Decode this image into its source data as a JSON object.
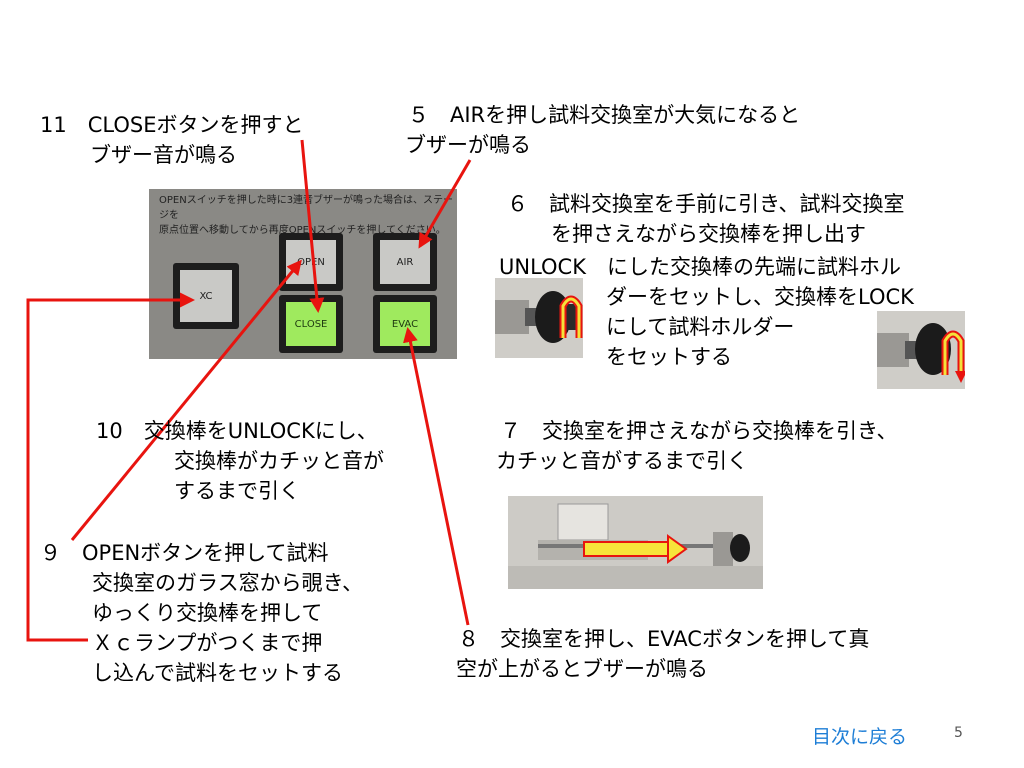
{
  "panel": {
    "note_line1": "OPENスイッチを押した時に3連音ブザーが鳴った場合は、ステージを",
    "note_line2": "原点位置へ移動してから再度OPENスイッチを押してください。",
    "buttons": {
      "xc": "XC",
      "open": "OPEN",
      "close": "CLOSE",
      "air": "AIR",
      "evac": "EVAC"
    }
  },
  "steps": {
    "s11": {
      "line1": "11　CLOSEボタンを押すと",
      "line2": "ブザー音が鳴る"
    },
    "s5": {
      "line1": "５　AIRを押し試料交換室が大気になると",
      "line2": "ブザーが鳴る"
    },
    "s6": {
      "line1": "６　試料交換室を手前に引き、試料交換室",
      "line2": "を押さえながら交換棒を押し出す",
      "line3": "UNLOCK　にした交換棒の先端に試料ホル",
      "line4": "ダーをセットし、交換棒をLOCK",
      "line5": "にして試料ホルダー",
      "line6": "をセットする"
    },
    "s10": {
      "line1": "10　交換棒をUNLOCKにし、",
      "line2": "交換棒がカチッと音が",
      "line3": "するまで引く"
    },
    "s7": {
      "line1": "７　交換室を押さえながら交換棒を引き、",
      "line2": "カチッと音がするまで引く"
    },
    "s9": {
      "line1": "９　OPENボタンを押して試料",
      "line2": "交換室のガラス窓から覗き、",
      "line3": "ゆっくり交換棒を押して",
      "line4": "Ｘｃランプがつくまで押",
      "line5": "し込んで試料をセットする"
    },
    "s8": {
      "line1": "８　交換室を押し、EVACボタンを押して真",
      "line2": "空が上がるとブザーが鳴る"
    }
  },
  "footer": {
    "back_link": "目次に戻る",
    "page_number": "5"
  },
  "colors": {
    "arrow": "#e8140f",
    "link": "#1e7ed6",
    "button_green": "#9fea5e"
  }
}
